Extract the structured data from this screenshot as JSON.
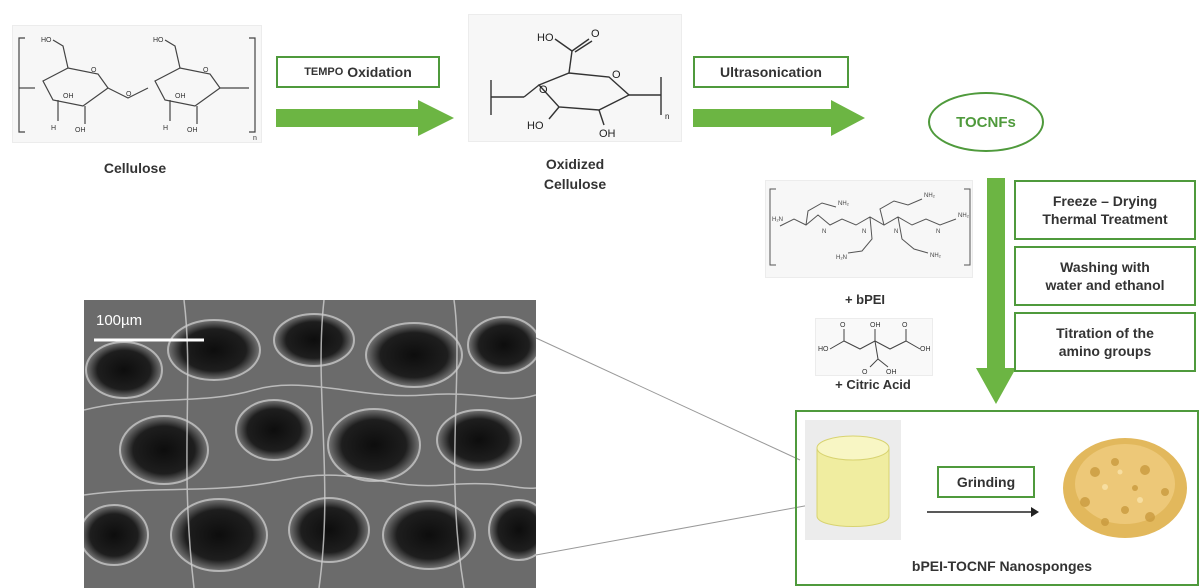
{
  "steps": {
    "tempo_prefix": "TEMPO",
    "tempo_suffix": " Oxidation",
    "ultrasonication": "Ultrasonication",
    "tocnfs": "TOCNFs",
    "freeze_drying": "Freeze – Drying\nThermal Treatment",
    "washing": "Washing with\nwater and ethanol",
    "titration": "Titration of the\namino groups",
    "grinding": "Grinding"
  },
  "labels": {
    "cellulose": "Cellulose",
    "oxidized_cellulose": "Oxidized\nCellulose",
    "bpei": "+ bPEI",
    "citric_acid": "+ Citric Acid",
    "product": "bPEI-TOCNF Nanosponges",
    "scale_bar": "100µm"
  },
  "colors": {
    "arrow_green": "#6cb543",
    "box_border": "#4f9a3c"
  }
}
